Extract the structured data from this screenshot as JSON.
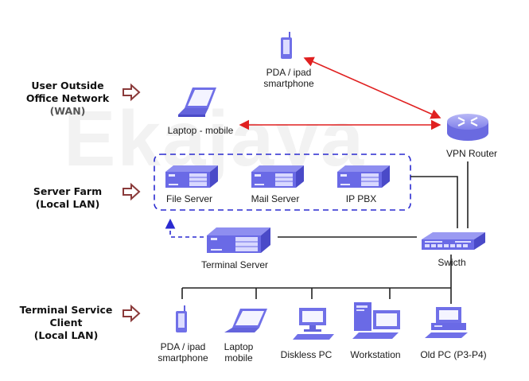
{
  "watermark": "Ekajaya",
  "zones": {
    "wan": {
      "line1": "User  Outside",
      "line2": "Office Network",
      "line3": "(WAN)"
    },
    "server_farm": {
      "line1": "Server Farm",
      "line2": "(Local LAN)"
    },
    "ts_client": {
      "line1": "Terminal Service",
      "line2": "Client",
      "line3": "(Local LAN)"
    }
  },
  "wan_devices": {
    "pda": {
      "line1": "PDA / ipad",
      "line2": "smartphone"
    },
    "laptop": {
      "label": "Laptop - mobile"
    },
    "router": {
      "label": "VPN Router"
    }
  },
  "servers": [
    {
      "label": "File Server"
    },
    {
      "label": "Mail Server"
    },
    {
      "label": "IP PBX"
    }
  ],
  "terminal_server": {
    "label": "Terminal Server"
  },
  "switch": {
    "label": "Swicth"
  },
  "clients": [
    {
      "line1": "PDA / ipad",
      "line2": "smartphone"
    },
    {
      "line1": "Laptop",
      "line2": "mobile"
    },
    {
      "line1": "Diskless PC",
      "line2": ""
    },
    {
      "line1": "Workstation",
      "line2": ""
    },
    {
      "line1": "Old PC (P3-P4)",
      "line2": ""
    }
  ],
  "colors": {
    "device": "#7070e8",
    "device_dark": "#4a4ac8",
    "wan_link": "#e02020",
    "lan_link": "#222222",
    "server_group": "#2a2ad0",
    "zone_arrow": "#8a3a3a"
  }
}
